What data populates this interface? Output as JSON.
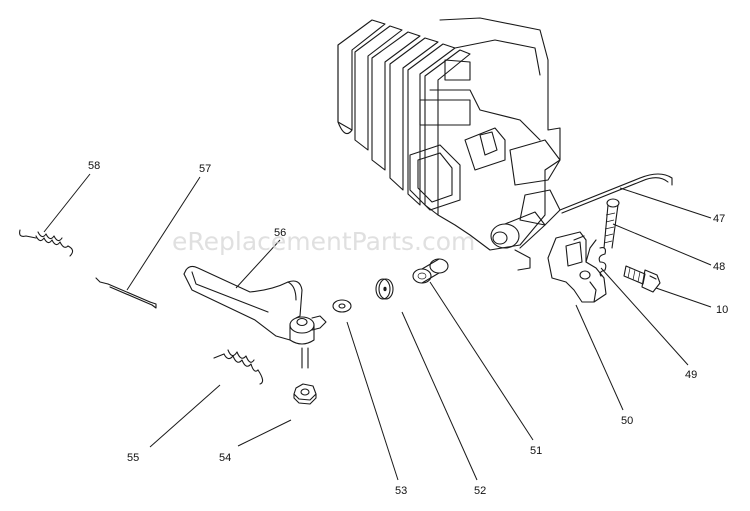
{
  "watermark": "eReplacementParts.com",
  "callouts": [
    {
      "id": "58",
      "label": "58"
    },
    {
      "id": "57",
      "label": "57"
    },
    {
      "id": "56",
      "label": "56"
    },
    {
      "id": "47",
      "label": "47"
    },
    {
      "id": "48",
      "label": "48"
    },
    {
      "id": "10",
      "label": "10"
    },
    {
      "id": "49",
      "label": "49"
    },
    {
      "id": "50",
      "label": "50"
    },
    {
      "id": "51",
      "label": "51"
    },
    {
      "id": "52",
      "label": "52"
    },
    {
      "id": "53",
      "label": "53"
    },
    {
      "id": "54",
      "label": "54"
    },
    {
      "id": "55",
      "label": "55"
    }
  ]
}
